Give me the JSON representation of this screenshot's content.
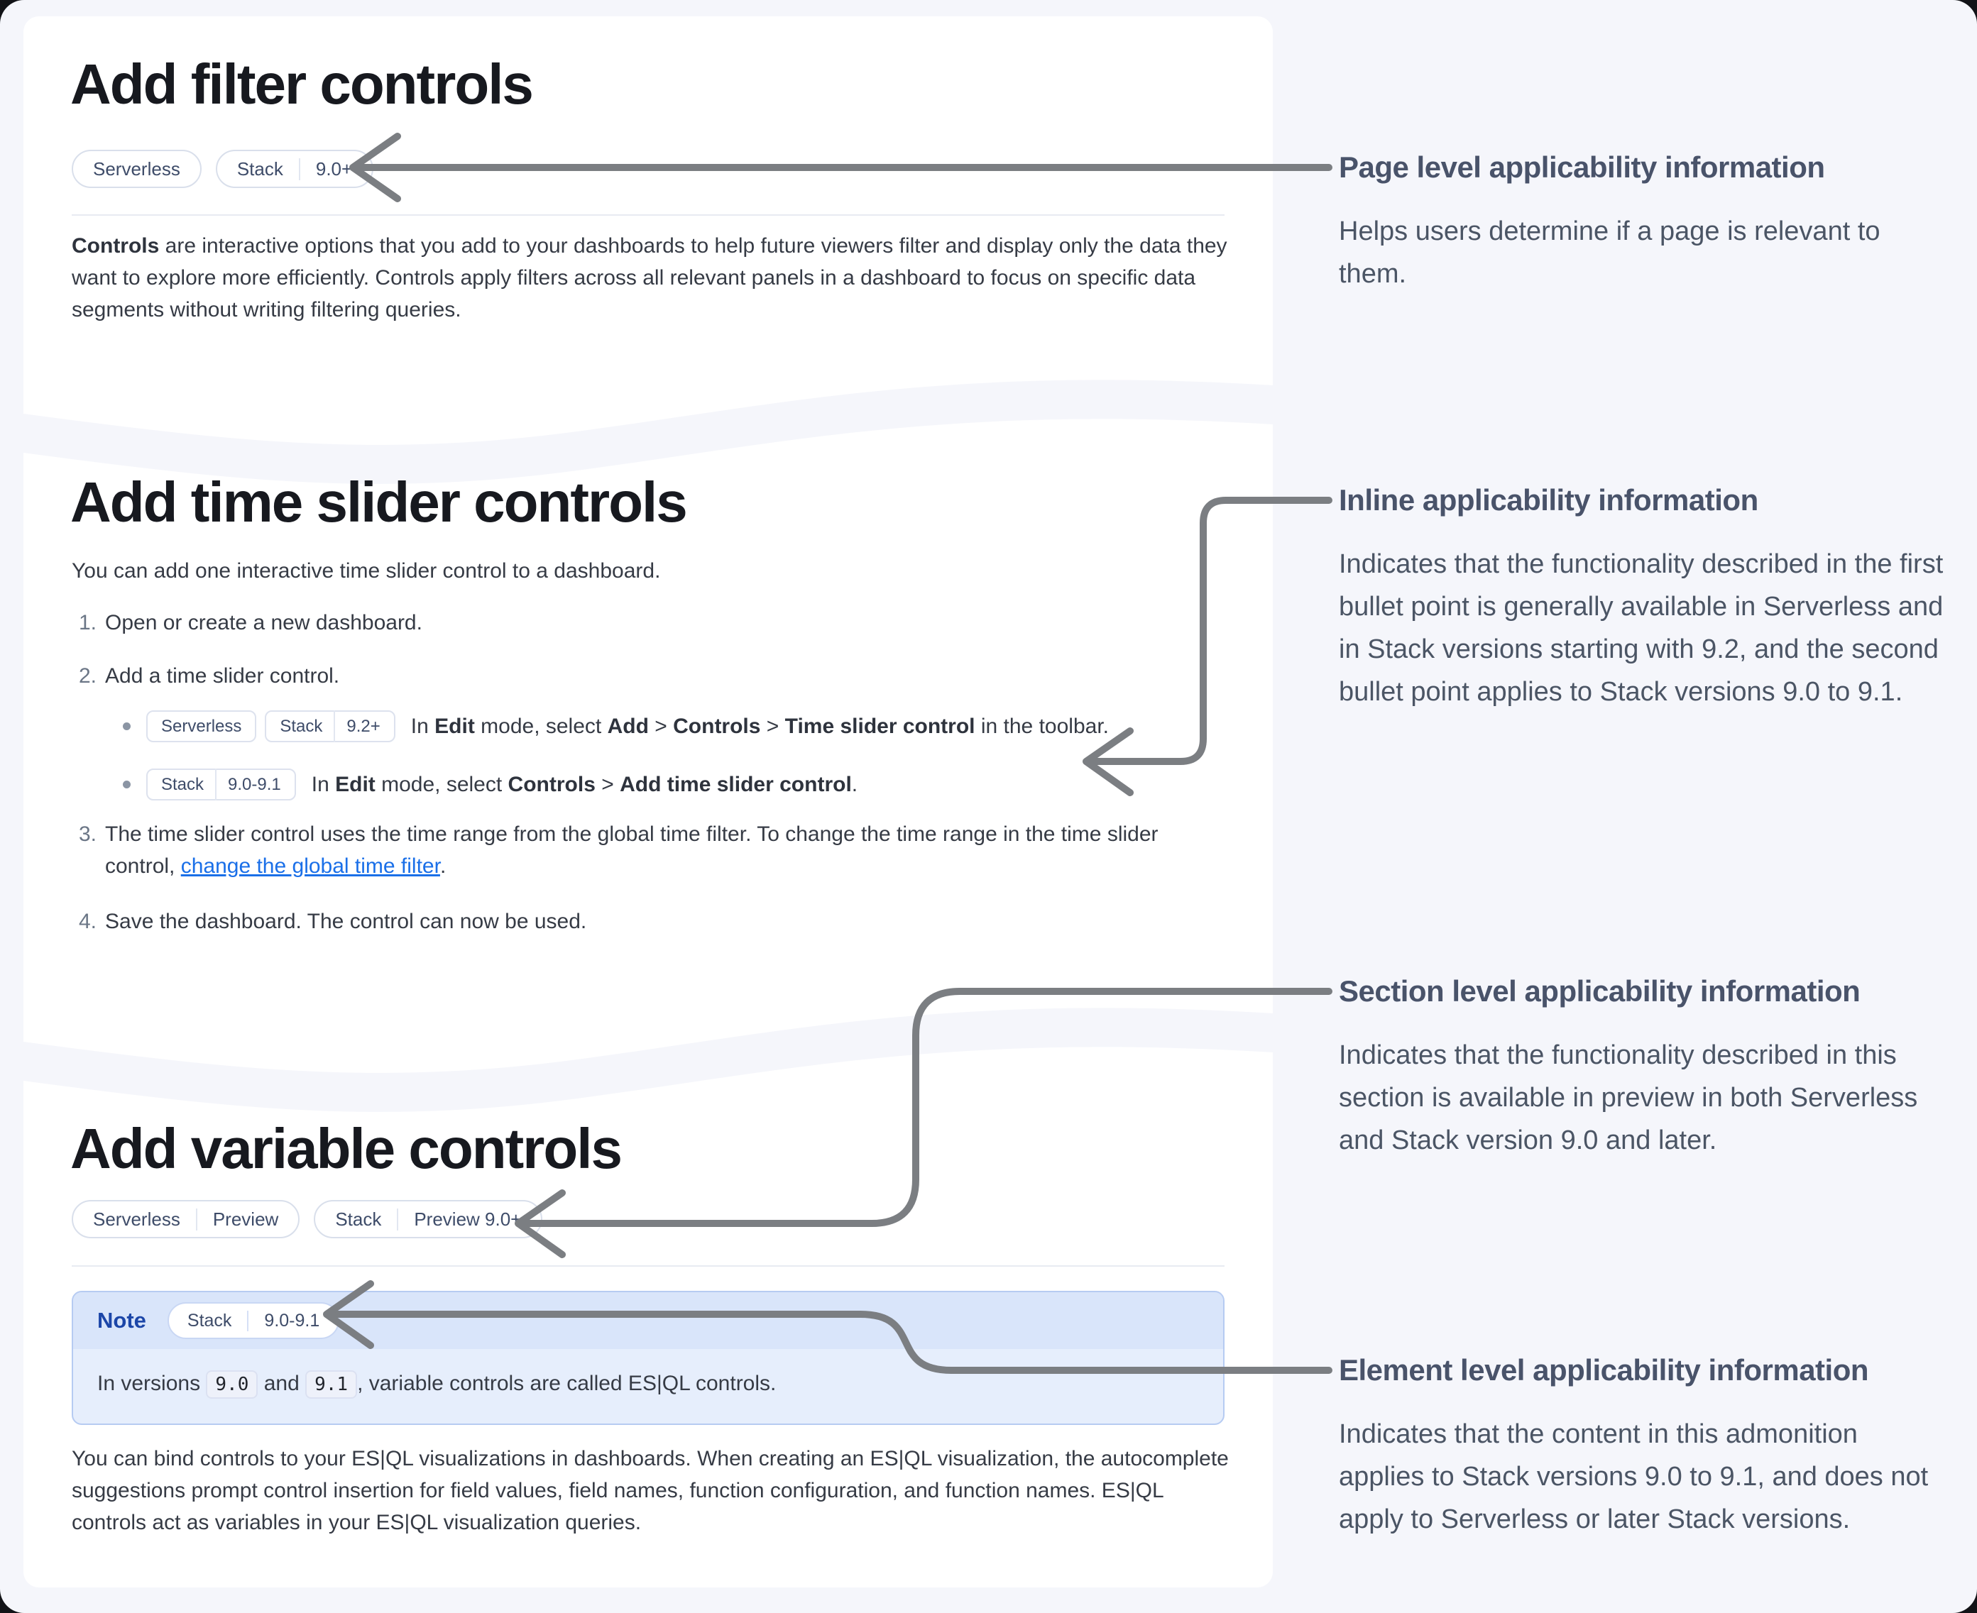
{
  "sections": {
    "filter": {
      "title": "Add filter controls",
      "badges": [
        {
          "segments": [
            "Serverless"
          ]
        },
        {
          "segments": [
            "Stack",
            "9.0+"
          ]
        }
      ],
      "paragraph_runs": [
        {
          "text": "Controls",
          "bold": true
        },
        {
          "text": " are interactive options that you add to your dashboards to help future viewers filter and display only the data they want to explore more efficiently. Controls apply filters across all relevant panels in a dashboard to focus on specific data segments without writing filtering queries."
        }
      ]
    },
    "time_slider": {
      "title": "Add time slider controls",
      "intro": "You can add one interactive time slider control to a dashboard.",
      "steps": [
        {
          "num": "1.",
          "runs": [
            {
              "text": "Open or create a new dashboard."
            }
          ]
        },
        {
          "num": "2.",
          "runs": [
            {
              "text": "Add a time slider control."
            }
          ]
        },
        {
          "num": "3.",
          "runs": [
            {
              "text": "The time slider control uses the time range from the global time filter. To change the time range in the time slider control, "
            },
            {
              "text": "change the global time filter",
              "link": true
            },
            {
              "text": "."
            }
          ]
        },
        {
          "num": "4.",
          "runs": [
            {
              "text": "Save the dashboard. The control can now be used."
            }
          ]
        }
      ],
      "bullets": [
        {
          "badges": [
            {
              "segments": [
                "Serverless"
              ]
            },
            {
              "segments": [
                "Stack",
                "9.2+"
              ]
            }
          ],
          "runs": [
            {
              "text": "In "
            },
            {
              "text": "Edit",
              "bold": true
            },
            {
              "text": " mode, select "
            },
            {
              "text": "Add",
              "bold": true
            },
            {
              "text": " > "
            },
            {
              "text": "Controls",
              "bold": true
            },
            {
              "text": " > "
            },
            {
              "text": "Time slider control",
              "bold": true
            },
            {
              "text": " in the toolbar."
            }
          ]
        },
        {
          "badges": [
            {
              "segments": [
                "Stack",
                "9.0-9.1"
              ]
            }
          ],
          "runs": [
            {
              "text": "In "
            },
            {
              "text": "Edit",
              "bold": true
            },
            {
              "text": " mode, select "
            },
            {
              "text": "Controls",
              "bold": true
            },
            {
              "text": " > "
            },
            {
              "text": "Add time slider control",
              "bold": true
            },
            {
              "text": "."
            }
          ]
        }
      ]
    },
    "variable": {
      "title": "Add variable controls",
      "badges": [
        {
          "segments": [
            "Serverless",
            "Preview"
          ]
        },
        {
          "segments": [
            "Stack",
            "Preview 9.0+"
          ]
        }
      ],
      "note": {
        "label": "Note",
        "badge": {
          "segments": [
            "Stack",
            "9.0-9.1"
          ]
        },
        "runs": [
          {
            "text": "In versions "
          },
          {
            "text": "9.0",
            "code": true
          },
          {
            "text": " and "
          },
          {
            "text": "9.1",
            "code": true
          },
          {
            "text": ", variable controls are called ES|QL controls."
          }
        ]
      },
      "paragraph": "You can bind controls to your ES|QL visualizations in dashboards. When creating an ES|QL visualization, the autocomplete suggestions prompt control insertion for field values, field names, function configuration, and function names. ES|QL controls act as variables in your ES|QL visualization queries."
    }
  },
  "annotations": [
    {
      "title": "Page level applicability information",
      "body": "Helps users determine if a page is relevant to them."
    },
    {
      "title": "Inline applicability information",
      "body": "Indicates that the functionality described in the first bullet point is generally available in Serverless and in Stack versions starting with 9.2, and the second bullet point applies to Stack versions 9.0 to 9.1."
    },
    {
      "title": "Section level applicability information",
      "body": "Indicates that the functionality described in this section is available in preview in both Serverless and Stack version 9.0 and later."
    },
    {
      "title": "Element level applicability information",
      "body": "Indicates that the content in this admonition applies to Stack versions 9.0 to 9.1, and does not apply to Serverless or later Stack versions."
    }
  ],
  "colors": {
    "page_background": "#f5f6fb",
    "card_background": "#ffffff",
    "heading_text": "#17191f",
    "body_text": "#363b45",
    "annotation_text": "#49536a",
    "badge_border": "#d9dfeb",
    "badge_text": "#3e4c69",
    "link_blue": "#1a6fe8",
    "note_border": "#b6cbf2",
    "note_header_background": "#d9e5fa",
    "note_body_background": "#e6eefc",
    "note_title_blue": "#1c46a8",
    "inline_code_background": "#eef1fa",
    "arrow_gray": "#7b7e82"
  }
}
